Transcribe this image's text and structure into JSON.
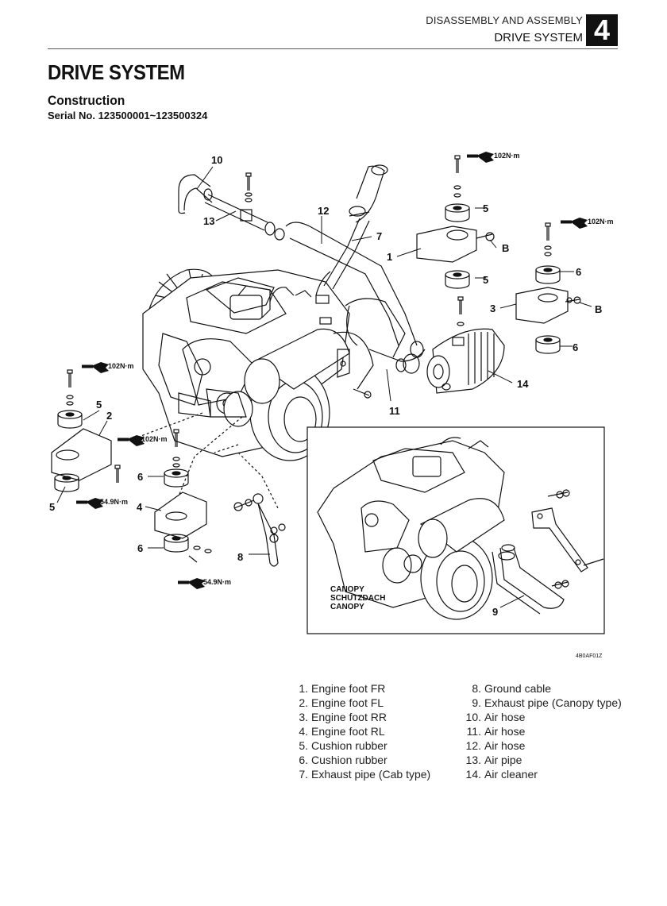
{
  "header": {
    "section_label": "DISASSEMBLY AND ASSEMBLY",
    "subsection_label": "DRIVE SYSTEM",
    "chapter_number": "4"
  },
  "page_title": "DRIVE SYSTEM",
  "section_heading": "Construction",
  "serial": "Serial No. 123500001~123500324",
  "figure": {
    "callouts": {
      "c1": "1",
      "c2": "2",
      "c3": "3",
      "c4": "4",
      "c5a": "5",
      "c5b": "5",
      "c5c": "5",
      "c5d": "5",
      "c6a": "6",
      "c6b": "6",
      "c6c": "6",
      "c6d": "6",
      "c7": "7",
      "c8": "8",
      "c9": "9",
      "c10": "10",
      "c11": "11",
      "c12": "12",
      "c13": "13",
      "c14": "14",
      "cBa": "B",
      "cBb": "B"
    },
    "torques": {
      "t1": "102N·m",
      "t2": "102N·m",
      "t3": "102N·m",
      "t4": "102N·m",
      "t5": "54.9N·m",
      "t6": "54.9N·m"
    },
    "canopy_label": [
      "CANOPY",
      "SCHUTZDACH",
      "CANOPY"
    ],
    "figure_code": "4B0AF01Z"
  },
  "parts_left": [
    {
      "num": "1.",
      "name": "Engine foot FR"
    },
    {
      "num": "2.",
      "name": "Engine foot FL"
    },
    {
      "num": "3.",
      "name": "Engine foot RR"
    },
    {
      "num": "4.",
      "name": "Engine foot RL"
    },
    {
      "num": "5.",
      "name": "Cushion rubber"
    },
    {
      "num": "6.",
      "name": "Cushion rubber"
    },
    {
      "num": "7.",
      "name": "Exhaust pipe (Cab type)"
    }
  ],
  "parts_right": [
    {
      "num": "8.",
      "name": "Ground cable"
    },
    {
      "num": "9.",
      "name": "Exhaust pipe (Canopy type)"
    },
    {
      "num": "10.",
      "name": "Air hose"
    },
    {
      "num": "11.",
      "name": "Air hose"
    },
    {
      "num": "12.",
      "name": "Air hose"
    },
    {
      "num": "13.",
      "name": "Air pipe"
    },
    {
      "num": "14.",
      "name": "Air cleaner"
    }
  ]
}
